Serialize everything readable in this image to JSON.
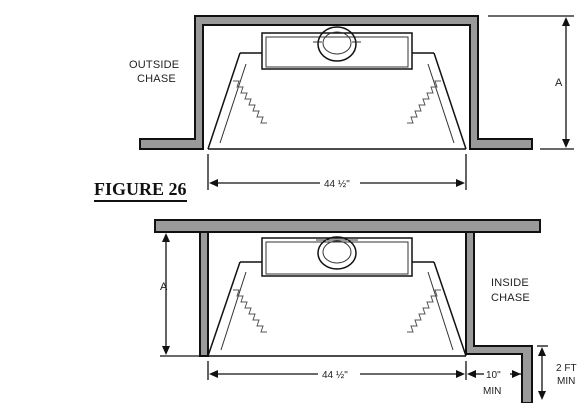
{
  "figure_title": "FIGURE 26",
  "top_diagram": {
    "chase_label_line1": "OUTSIDE",
    "chase_label_line2": "CHASE",
    "dimension_a": "A",
    "width_label": "44 ½\""
  },
  "bottom_diagram": {
    "chase_label_line1": "INSIDE",
    "chase_label_line2": "CHASE",
    "dimension_a": "A",
    "width_label": "44 ½\"",
    "clearance_label_line1": "10\"",
    "clearance_label_line2": "MIN",
    "height_label_line1": "2 FT",
    "height_label_line2": "MIN"
  }
}
